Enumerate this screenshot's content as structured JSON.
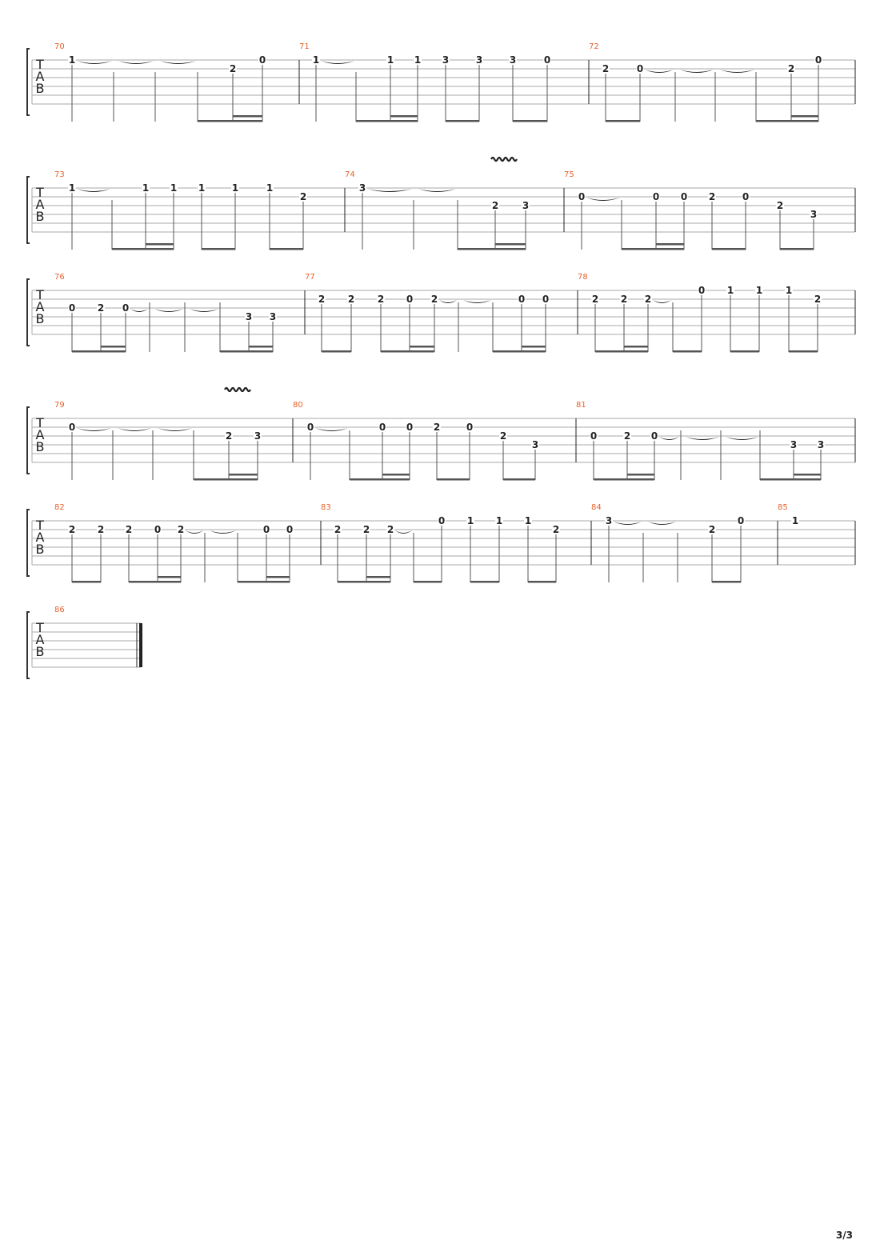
{
  "page": {
    "page_number": "3/3"
  },
  "colors": {
    "measure_number": "#e8622a",
    "staff_line": "#aaaaaa",
    "ink": "#222222",
    "bracket": "#333333"
  },
  "clef_letters": [
    "T",
    "A",
    "B"
  ],
  "systems": [
    {
      "measures": [
        {
          "number": "70",
          "notes": [
            {
              "fret": "1",
              "string": 1,
              "tie": true
            },
            {
              "fret": "",
              "string": 1,
              "tie": true
            },
            {
              "fret": "",
              "string": 1,
              "tie": true
            },
            {
              "fret": "",
              "string": 1
            },
            {
              "fret": "2",
              "string": 2
            },
            {
              "fret": "0",
              "string": 1
            }
          ],
          "beams": [
            {
              "from": 3,
              "to": 5,
              "level": 1
            },
            {
              "from": 4,
              "to": 5,
              "level": 2
            }
          ]
        },
        {
          "number": "71",
          "notes": [
            {
              "fret": "1",
              "string": 1,
              "tie": true
            },
            {
              "fret": "",
              "string": 1
            },
            {
              "fret": "1",
              "string": 1
            },
            {
              "fret": "1",
              "string": 1
            },
            {
              "fret": "3",
              "string": 1
            },
            {
              "fret": "3",
              "string": 1
            },
            {
              "fret": "3",
              "string": 1
            },
            {
              "fret": "0",
              "string": 1
            }
          ],
          "beams": [
            {
              "from": 1,
              "to": 3,
              "level": 1
            },
            {
              "from": 2,
              "to": 3,
              "level": 2
            },
            {
              "from": 4,
              "to": 5,
              "level": 1
            },
            {
              "from": 6,
              "to": 7,
              "level": 1
            }
          ]
        },
        {
          "number": "72",
          "notes": [
            {
              "fret": "2",
              "string": 2
            },
            {
              "fret": "0",
              "string": 2,
              "tie": true
            },
            {
              "fret": "",
              "string": 2,
              "tie": true
            },
            {
              "fret": "",
              "string": 2,
              "tie": true
            },
            {
              "fret": "",
              "string": 2
            },
            {
              "fret": "2",
              "string": 2
            },
            {
              "fret": "0",
              "string": 1
            }
          ],
          "beams": [
            {
              "from": 0,
              "to": 1,
              "level": 1
            },
            {
              "from": 4,
              "to": 6,
              "level": 1
            },
            {
              "from": 5,
              "to": 6,
              "level": 2
            }
          ]
        }
      ]
    },
    {
      "measures": [
        {
          "number": "73",
          "notes": [
            {
              "fret": "1",
              "string": 1,
              "tie": true
            },
            {
              "fret": "",
              "string": 1
            },
            {
              "fret": "1",
              "string": 1
            },
            {
              "fret": "1",
              "string": 1
            },
            {
              "fret": "1",
              "string": 1
            },
            {
              "fret": "1",
              "string": 1
            },
            {
              "fret": "1",
              "string": 1
            },
            {
              "fret": "2",
              "string": 2
            }
          ],
          "beams": [
            {
              "from": 1,
              "to": 3,
              "level": 1
            },
            {
              "from": 2,
              "to": 3,
              "level": 2
            },
            {
              "from": 4,
              "to": 5,
              "level": 1
            },
            {
              "from": 6,
              "to": 7,
              "level": 1
            }
          ]
        },
        {
          "number": "74",
          "vibrato": true,
          "notes": [
            {
              "fret": "3",
              "string": 1,
              "tie": true
            },
            {
              "fret": "",
              "string": 1,
              "tie": true
            },
            {
              "fret": "",
              "string": 1
            },
            {
              "fret": "2",
              "string": 3
            },
            {
              "fret": "3",
              "string": 3
            }
          ],
          "beams": [
            {
              "from": 2,
              "to": 4,
              "level": 1
            },
            {
              "from": 3,
              "to": 4,
              "level": 2
            }
          ]
        },
        {
          "number": "75",
          "notes": [
            {
              "fret": "0",
              "string": 2,
              "tie": true
            },
            {
              "fret": "",
              "string": 2
            },
            {
              "fret": "0",
              "string": 2
            },
            {
              "fret": "0",
              "string": 2
            },
            {
              "fret": "2",
              "string": 2
            },
            {
              "fret": "0",
              "string": 2
            },
            {
              "fret": "2",
              "string": 3
            },
            {
              "fret": "3",
              "string": 4
            }
          ],
          "beams": [
            {
              "from": 1,
              "to": 3,
              "level": 1
            },
            {
              "from": 2,
              "to": 3,
              "level": 2
            },
            {
              "from": 4,
              "to": 5,
              "level": 1
            },
            {
              "from": 6,
              "to": 7,
              "level": 1
            }
          ]
        }
      ]
    },
    {
      "measures": [
        {
          "number": "76",
          "notes": [
            {
              "fret": "0",
              "string": 3
            },
            {
              "fret": "2",
              "string": 3
            },
            {
              "fret": "0",
              "string": 3,
              "tie": true
            },
            {
              "fret": "",
              "string": 3,
              "tie": true
            },
            {
              "fret": "",
              "string": 3,
              "tie": true
            },
            {
              "fret": "",
              "string": 3
            },
            {
              "fret": "3",
              "string": 4
            },
            {
              "fret": "3",
              "string": 4
            }
          ],
          "beams": [
            {
              "from": 0,
              "to": 2,
              "level": 1
            },
            {
              "from": 1,
              "to": 2,
              "level": 2
            },
            {
              "from": 5,
              "to": 7,
              "level": 1
            },
            {
              "from": 6,
              "to": 7,
              "level": 2
            }
          ]
        },
        {
          "number": "77",
          "notes": [
            {
              "fret": "2",
              "string": 2
            },
            {
              "fret": "2",
              "string": 2
            },
            {
              "fret": "2",
              "string": 2
            },
            {
              "fret": "0",
              "string": 2
            },
            {
              "fret": "2",
              "string": 2,
              "tie": true
            },
            {
              "fret": "",
              "string": 2,
              "tie": true
            },
            {
              "fret": "",
              "string": 2
            },
            {
              "fret": "0",
              "string": 2
            },
            {
              "fret": "0",
              "string": 2
            }
          ],
          "beams": [
            {
              "from": 0,
              "to": 1,
              "level": 1
            },
            {
              "from": 2,
              "to": 4,
              "level": 1
            },
            {
              "from": 3,
              "to": 4,
              "level": 2
            },
            {
              "from": 6,
              "to": 8,
              "level": 1
            },
            {
              "from": 7,
              "to": 8,
              "level": 2
            }
          ]
        },
        {
          "number": "78",
          "notes": [
            {
              "fret": "2",
              "string": 2
            },
            {
              "fret": "2",
              "string": 2
            },
            {
              "fret": "2",
              "string": 2,
              "tie": true
            },
            {
              "fret": "",
              "string": 2
            },
            {
              "fret": "0",
              "string": 1
            },
            {
              "fret": "1",
              "string": 1
            },
            {
              "fret": "1",
              "string": 1
            },
            {
              "fret": "1",
              "string": 1
            },
            {
              "fret": "2",
              "string": 2
            }
          ],
          "beams": [
            {
              "from": 0,
              "to": 2,
              "level": 1
            },
            {
              "from": 1,
              "to": 2,
              "level": 2
            },
            {
              "from": 3,
              "to": 4,
              "level": 1
            },
            {
              "from": 5,
              "to": 6,
              "level": 1
            },
            {
              "from": 7,
              "to": 8,
              "level": 1
            }
          ]
        }
      ]
    },
    {
      "measures": [
        {
          "number": "79",
          "vibrato": true,
          "notes": [
            {
              "fret": "0",
              "string": 2,
              "tie": true
            },
            {
              "fret": "",
              "string": 2,
              "tie": true
            },
            {
              "fret": "",
              "string": 2,
              "tie": true
            },
            {
              "fret": "",
              "string": 2
            },
            {
              "fret": "2",
              "string": 3
            },
            {
              "fret": "3",
              "string": 3
            }
          ],
          "beams": [
            {
              "from": 3,
              "to": 5,
              "level": 1
            },
            {
              "from": 4,
              "to": 5,
              "level": 2
            }
          ]
        },
        {
          "number": "80",
          "notes": [
            {
              "fret": "0",
              "string": 2,
              "tie": true
            },
            {
              "fret": "",
              "string": 2
            },
            {
              "fret": "0",
              "string": 2
            },
            {
              "fret": "0",
              "string": 2
            },
            {
              "fret": "2",
              "string": 2
            },
            {
              "fret": "0",
              "string": 2
            },
            {
              "fret": "2",
              "string": 3
            },
            {
              "fret": "3",
              "string": 4
            }
          ],
          "beams": [
            {
              "from": 1,
              "to": 3,
              "level": 1
            },
            {
              "from": 2,
              "to": 3,
              "level": 2
            },
            {
              "from": 4,
              "to": 5,
              "level": 1
            },
            {
              "from": 6,
              "to": 7,
              "level": 1
            }
          ]
        },
        {
          "number": "81",
          "notes": [
            {
              "fret": "0",
              "string": 3
            },
            {
              "fret": "2",
              "string": 3
            },
            {
              "fret": "0",
              "string": 3,
              "tie": true
            },
            {
              "fret": "",
              "string": 3,
              "tie": true
            },
            {
              "fret": "",
              "string": 3,
              "tie": true
            },
            {
              "fret": "",
              "string": 3
            },
            {
              "fret": "3",
              "string": 4
            },
            {
              "fret": "3",
              "string": 4
            }
          ],
          "beams": [
            {
              "from": 0,
              "to": 2,
              "level": 1
            },
            {
              "from": 1,
              "to": 2,
              "level": 2
            },
            {
              "from": 5,
              "to": 7,
              "level": 1
            },
            {
              "from": 6,
              "to": 7,
              "level": 2
            }
          ]
        }
      ]
    },
    {
      "measures": [
        {
          "number": "82",
          "notes": [
            {
              "fret": "2",
              "string": 2
            },
            {
              "fret": "2",
              "string": 2
            },
            {
              "fret": "2",
              "string": 2
            },
            {
              "fret": "0",
              "string": 2
            },
            {
              "fret": "2",
              "string": 2,
              "tie": true
            },
            {
              "fret": "",
              "string": 2,
              "tie": true
            },
            {
              "fret": "",
              "string": 2
            },
            {
              "fret": "0",
              "string": 2
            },
            {
              "fret": "0",
              "string": 2
            }
          ],
          "beams": [
            {
              "from": 0,
              "to": 1,
              "level": 1
            },
            {
              "from": 2,
              "to": 4,
              "level": 1
            },
            {
              "from": 3,
              "to": 4,
              "level": 2
            },
            {
              "from": 6,
              "to": 8,
              "level": 1
            },
            {
              "from": 7,
              "to": 8,
              "level": 2
            }
          ]
        },
        {
          "number": "83",
          "notes": [
            {
              "fret": "2",
              "string": 2
            },
            {
              "fret": "2",
              "string": 2
            },
            {
              "fret": "2",
              "string": 2,
              "tie": true
            },
            {
              "fret": "",
              "string": 2
            },
            {
              "fret": "0",
              "string": 1
            },
            {
              "fret": "1",
              "string": 1
            },
            {
              "fret": "1",
              "string": 1
            },
            {
              "fret": "1",
              "string": 1
            },
            {
              "fret": "2",
              "string": 2
            }
          ],
          "beams": [
            {
              "from": 0,
              "to": 2,
              "level": 1
            },
            {
              "from": 1,
              "to": 2,
              "level": 2
            },
            {
              "from": 3,
              "to": 4,
              "level": 1
            },
            {
              "from": 5,
              "to": 6,
              "level": 1
            },
            {
              "from": 7,
              "to": 8,
              "level": 1
            }
          ]
        },
        {
          "number": "84",
          "notes": [
            {
              "fret": "3",
              "string": 1,
              "tie": true
            },
            {
              "fret": "",
              "string": 1,
              "tie": true
            },
            {
              "fret": "",
              "string": 1
            },
            {
              "fret": "2",
              "string": 2
            },
            {
              "fret": "0",
              "string": 1
            }
          ],
          "beams": [
            {
              "from": 3,
              "to": 4,
              "level": 1
            }
          ]
        },
        {
          "number": "85",
          "notes": [
            {
              "fret": "1",
              "string": 1,
              "no_stem": true
            }
          ],
          "beams": []
        }
      ]
    },
    {
      "measures": [
        {
          "number": "86",
          "notes": [],
          "beams": [],
          "final": true
        }
      ]
    }
  ]
}
